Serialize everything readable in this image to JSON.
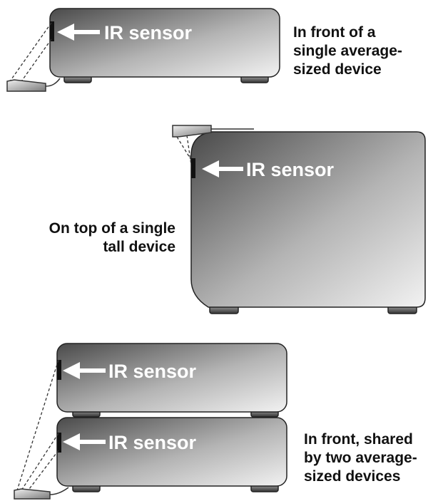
{
  "sensor_label": "IR sensor",
  "captions": {
    "front_single": "In front of a\nsingle average-\nsized device",
    "top_tall": "On top of a single\ntall device",
    "front_shared": "In front, shared\nby two average-\nsized devices"
  },
  "colors": {
    "device_dark": "#4a4a4a",
    "device_light": "#f2f2f2",
    "outline": "#222222",
    "sensor_window": "#111111",
    "text": "#111111"
  }
}
